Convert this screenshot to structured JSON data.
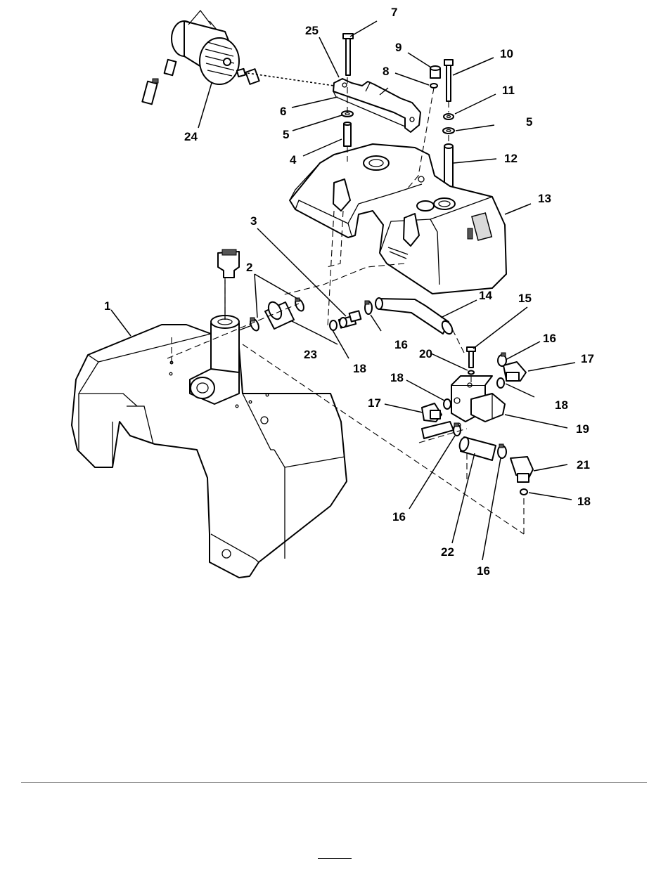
{
  "diagram": {
    "callouts": [
      "1",
      "2",
      "3",
      "4",
      "5",
      "5",
      "6",
      "7",
      "8",
      "9",
      "10",
      "11",
      "12",
      "13",
      "14",
      "15",
      "16",
      "16",
      "16",
      "16",
      "17",
      "17",
      "18",
      "18",
      "18",
      "18",
      "19",
      "20",
      "21",
      "22",
      "23",
      "24",
      "25"
    ]
  }
}
